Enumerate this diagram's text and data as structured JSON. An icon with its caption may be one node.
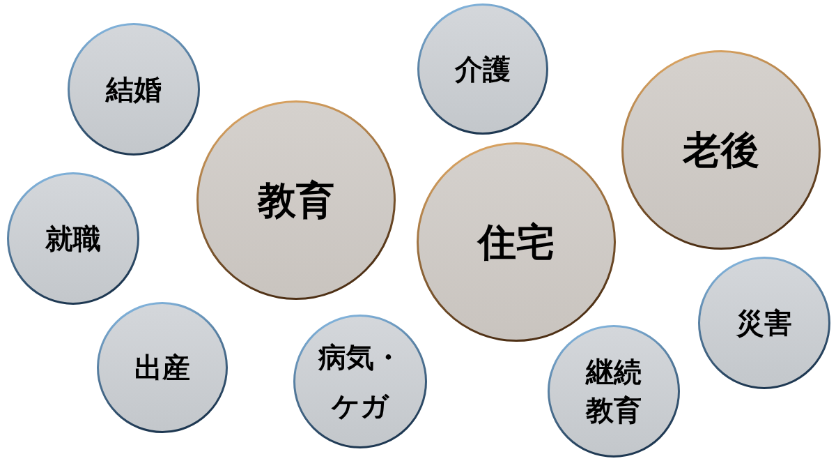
{
  "diagram": {
    "nodes": [
      {
        "text": [
          "結婚"
        ]
      },
      {
        "text": [
          "就職"
        ]
      },
      {
        "text": [
          "出産"
        ]
      },
      {
        "text": [
          "教育"
        ]
      },
      {
        "text": [
          "病気・ケガ"
        ]
      },
      {
        "text": [
          "介護"
        ]
      },
      {
        "text": [
          "住宅"
        ]
      },
      {
        "text": [
          "老後"
        ]
      },
      {
        "text": [
          "継続教育"
        ]
      },
      {
        "text": [
          "災害"
        ]
      }
    ]
  }
}
